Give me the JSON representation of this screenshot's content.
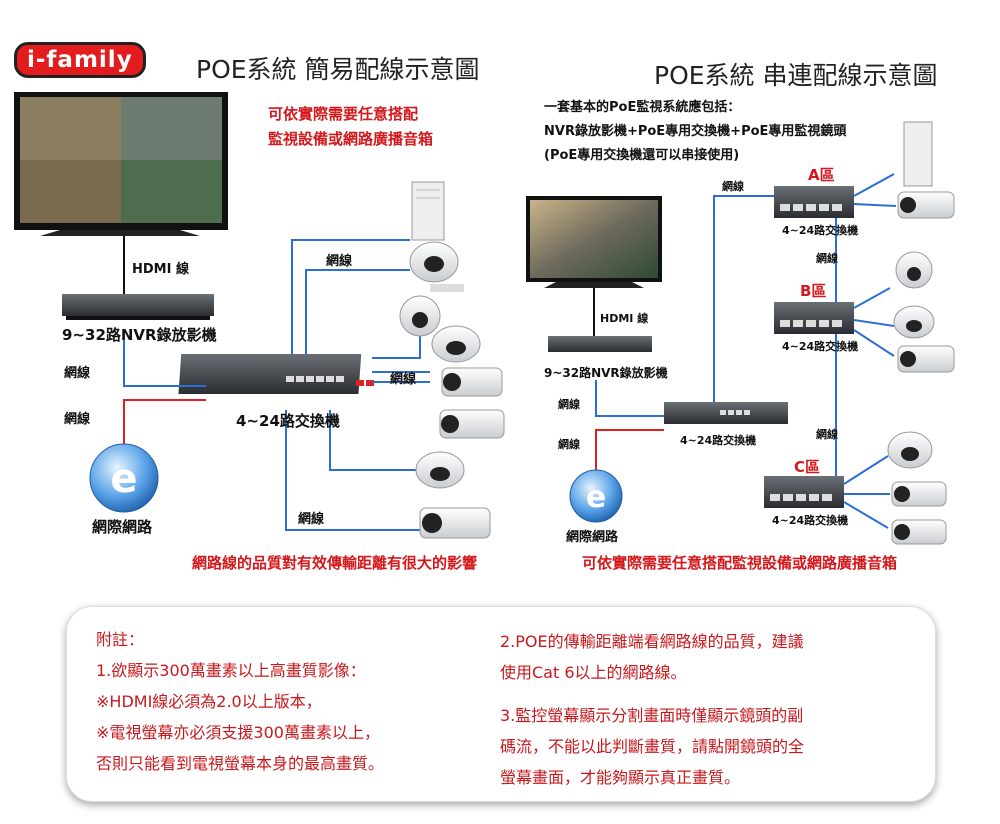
{
  "brand": "i-family",
  "left": {
    "title": "POE系統 簡易配線示意圖",
    "note_lines": [
      "可依實際需要任意搭配",
      "監視設備或網路廣播音箱"
    ],
    "hdmi": "HDMI 線",
    "nvr": "9~32路NVR錄放影機",
    "cable": "網線",
    "switch": "4~24路交換機",
    "internet": "網際網路",
    "caption": "網路線的品質對有效傳輸距離有很大的影響"
  },
  "right": {
    "title": "POE系統 串連配線示意圖",
    "intro": [
      "一套基本的PoE監視系統應包括：",
      "NVR錄放影機+PoE專用交換機+PoE專用監視鏡頭",
      "(PoE專用交換機還可以串接使用)"
    ],
    "zones": [
      "A區",
      "B區",
      "C區"
    ],
    "switch": "4~24路交換機",
    "hdmi": "HDMI 線",
    "nvr": "9~32路NVR錄放影機",
    "cable": "網線",
    "internet": "網際網路",
    "caption": "可依實際需要任意搭配監視設備或網路廣播音箱"
  },
  "footnotes": {
    "left": [
      "附註：",
      "1.欲顯示300萬畫素以上高畫質影像：",
      "※HDMI線必須為2.0以上版本，",
      "※電視螢幕亦必須支援300萬畫素以上，",
      "否則只能看到電視螢幕本身的最高畫質。"
    ],
    "right1": [
      "2.POE的傳輸距離端看網路線的品質，建議",
      "使用Cat 6以上的網路線。"
    ],
    "right2": [
      "3.監控螢幕顯示分割畫面時僅顯示鏡頭的副",
      "碼流，不能以此判斷畫質，請點開鏡頭的全",
      "螢幕畫面，才能夠顯示真正畫質。"
    ]
  },
  "colors": {
    "blue_wire": "#2b6fd6",
    "red_wire": "#e21f1f",
    "accent_red": "#d4181c"
  }
}
